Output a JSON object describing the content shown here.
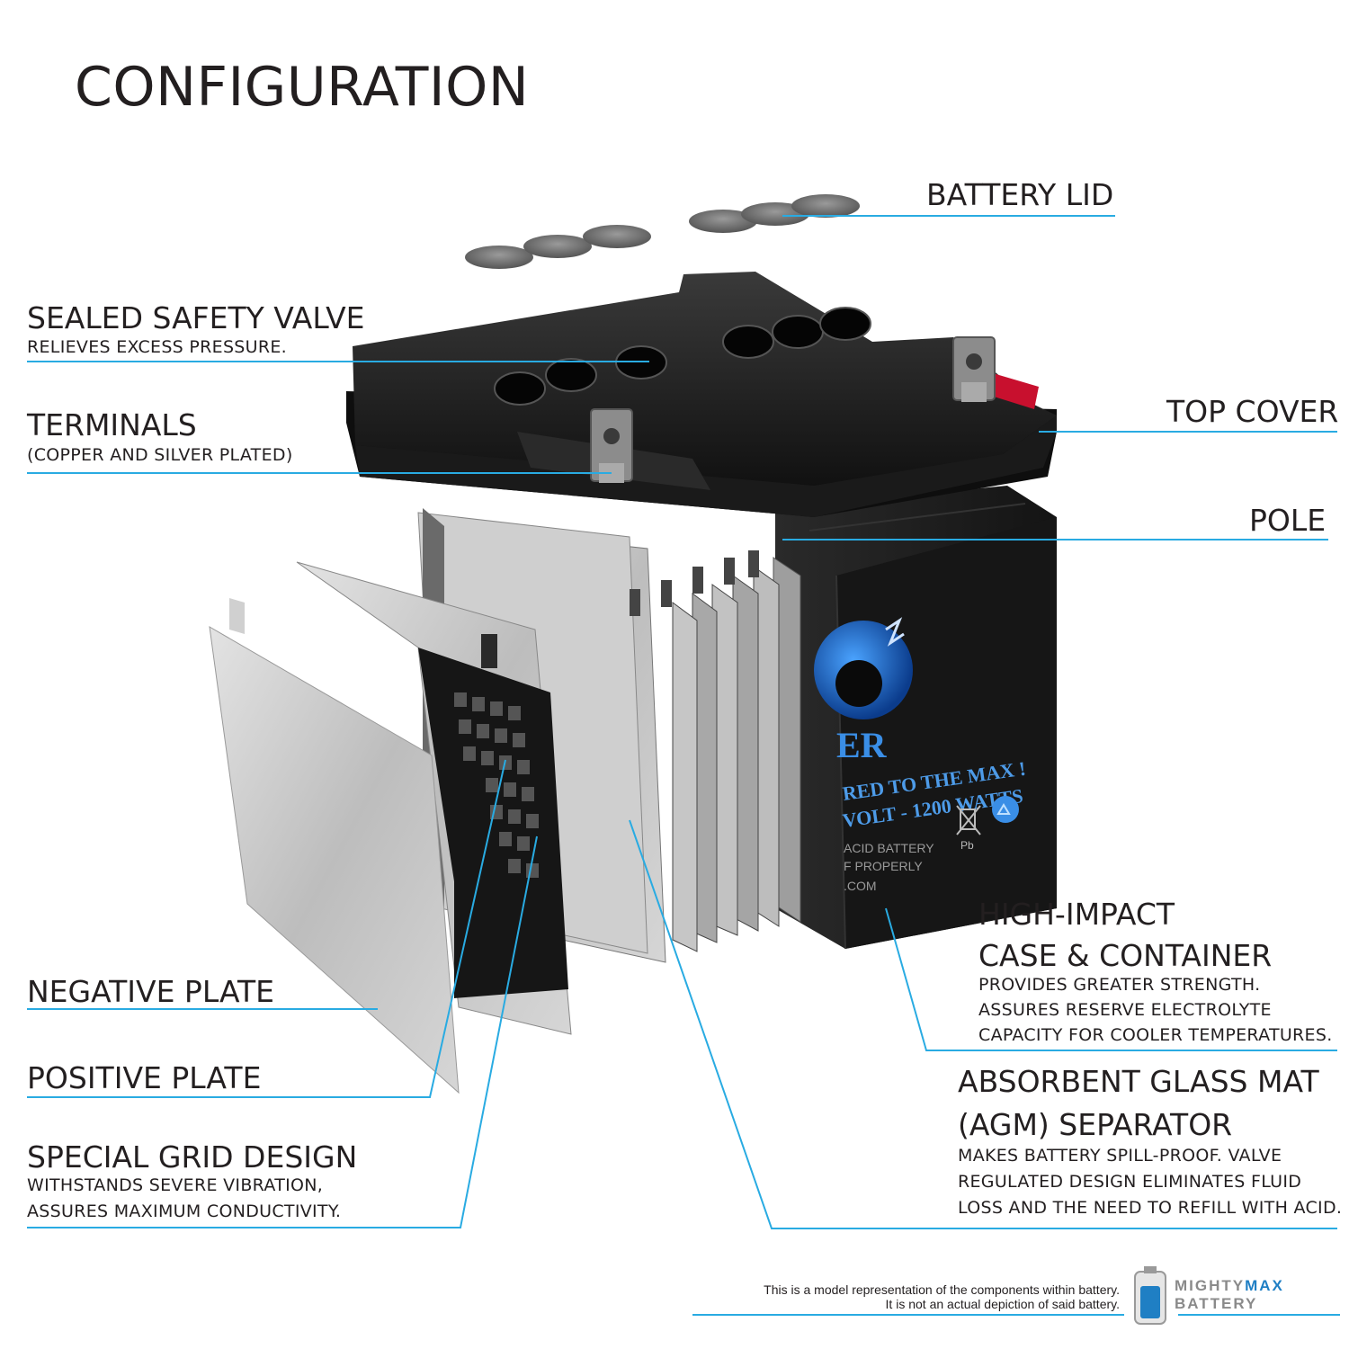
{
  "title": "CONFIGURATION",
  "labels": {
    "battery_lid": "BATTERY LID",
    "sealed_safety_valve": "SEALED SAFETY VALVE",
    "sealed_safety_valve_desc": "RELIEVES EXCESS PRESSURE.",
    "terminals": "TERMINALS",
    "terminals_desc": "(COPPER AND SILVER PLATED)",
    "top_cover": "TOP COVER",
    "pole": "POLE",
    "high_impact_1": "HIGH-IMPACT",
    "high_impact_2": "CASE & CONTAINER",
    "high_impact_desc_1": "PROVIDES GREATER STRENGTH.",
    "high_impact_desc_2": "ASSURES RESERVE ELECTROLYTE",
    "high_impact_desc_3": "CAPACITY FOR COOLER TEMPERATURES.",
    "negative_plate": "NEGATIVE PLATE",
    "positive_plate": "POSITIVE PLATE",
    "agm_1": "ABSORBENT GLASS MAT",
    "agm_2": "(AGM) SEPARATOR",
    "agm_desc_1": "MAKES BATTERY SPILL-PROOF. VALVE",
    "agm_desc_2": "REGULATED DESIGN ELIMINATES FLUID",
    "agm_desc_3": "LOSS AND THE NEED TO REFILL WITH ACID.",
    "special_grid": "SPECIAL GRID DESIGN",
    "special_grid_desc_1": "WITHSTANDS SEVERE VIBRATION,",
    "special_grid_desc_2": "ASSURES MAXIMUM CONDUCTIVITY."
  },
  "battery_label": {
    "line1": "RED TO THE MAX !",
    "line2": "VOLT - 1200 WATTS",
    "line3": "ACID BATTERY",
    "line4": "F PROPERLY",
    "line5": ".COM",
    "pb_mark": "Pb",
    "logo_letters": "ER"
  },
  "disclaimer": {
    "line1": "This is a model representation of the components within battery.",
    "line2": "It is not an actual depiction of said battery."
  },
  "logo": {
    "word1_a": "MIGHTY",
    "word1_b": "MAX",
    "word2": "BATTERY"
  },
  "colors": {
    "leader_line": "#29abe2",
    "battery_body": "#1c1c1c",
    "plate": "#c4c4c4",
    "accent_blue": "#1f7fc4"
  }
}
